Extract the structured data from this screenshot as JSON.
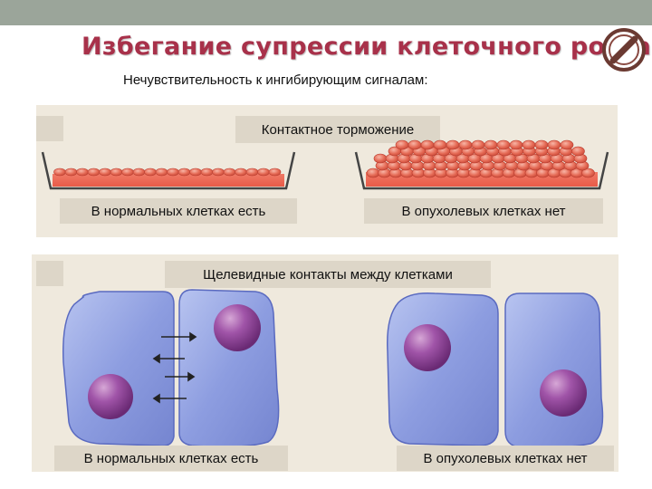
{
  "header": {
    "title": "Избегание супрессии клеточного роста",
    "subtitle": "Нечувствительность к ингибирующим сигналам:"
  },
  "icons": {
    "header_icon": "no-entry-sign-icon"
  },
  "colors": {
    "title": "#a8314a",
    "panel": "#efe9dd",
    "top_bar": "#9ba59a"
  },
  "panel_contact": {
    "heading": "Контактное торможение",
    "normal_label": "В нормальных клетках есть",
    "tumor_label": "В опухолевых клетках нет"
  },
  "panel_gap": {
    "heading": "Щелевидные контакты между клетками",
    "normal_label": "В нормальных клетках есть",
    "tumor_label": "В опухолевых клетках нет"
  }
}
